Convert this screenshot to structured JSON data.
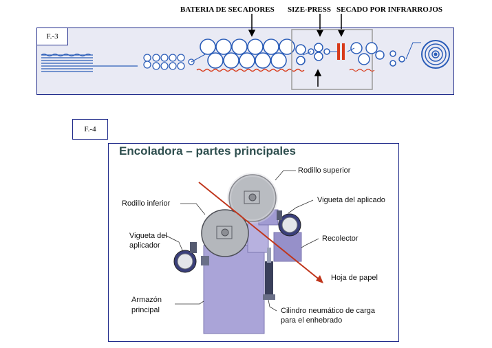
{
  "figure3": {
    "tag": "F.-3",
    "labels": {
      "bateria": "BATERIA DE SECADORES",
      "size_press": "SIZE-PRESS",
      "secado": "SECADO POR INFRARROJOS"
    }
  },
  "figure4": {
    "tag": "F.-4",
    "title": "Encoladora – partes principales",
    "callouts": {
      "rodillo_superior": "Rodillo superior",
      "rodillo_inferior": "Rodillo inferior",
      "vigueta_aplicado_right": "Vigueta del aplicado",
      "vigueta_aplicador_left_1": "Vigueta del",
      "vigueta_aplicador_left_2": "aplicador",
      "recolector": "Recolector",
      "hoja_papel": "Hoja de papel",
      "armazon_1": "Armazón",
      "armazon_2": "principal",
      "cilindro_1": "Cilindro neumático de carga",
      "cilindro_2": "para el enhebrado"
    }
  },
  "colors": {
    "border_blue": "#1f2a8a",
    "roll_blue": "#2b5db8",
    "felt_red": "#d83a1a",
    "frame_purple": "#a9a3d6",
    "arrow_red": "#c0361c"
  }
}
